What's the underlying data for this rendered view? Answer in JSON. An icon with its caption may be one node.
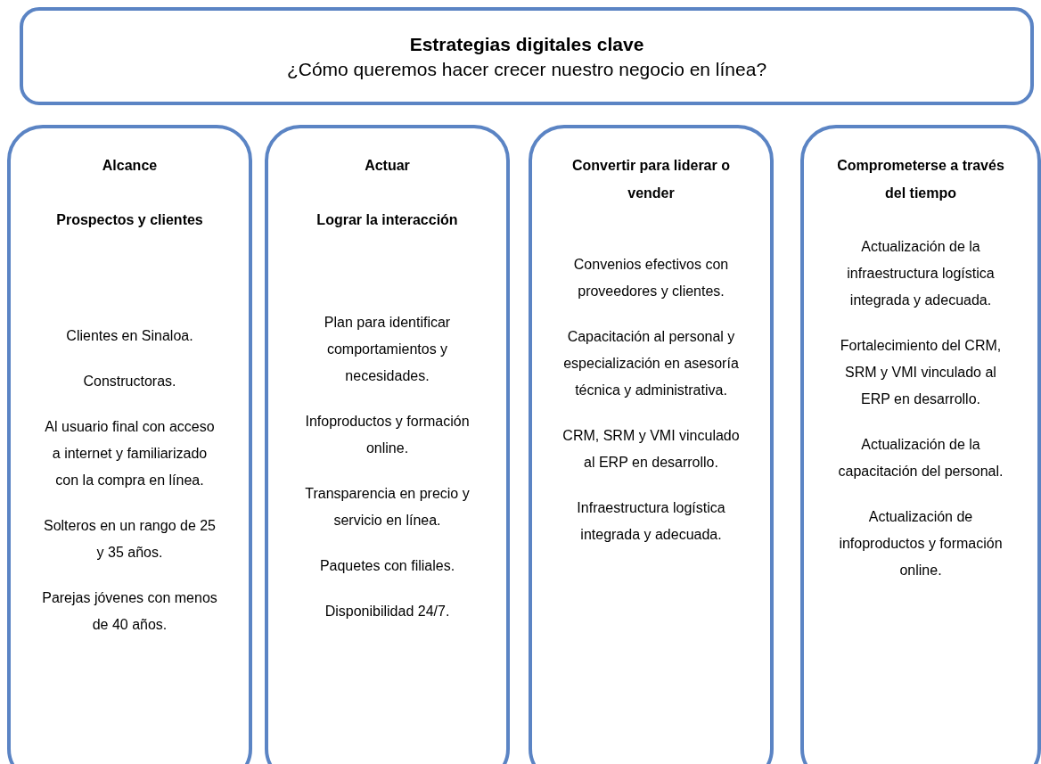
{
  "diagram": {
    "nodes": [
      {
        "text": [
          "Estrategias digitales clave",
          "¿Cómo queremos hacer crecer nuestro negocio en línea?"
        ]
      },
      {
        "text": [
          "Alcance",
          "Prospectos y clientes",
          "Clientes en Sinaloa.",
          "Constructoras.",
          "Al usuario final con acceso a internet y familiarizado con la compra en línea.",
          "Solteros en un rango de 25 y 35 años.",
          "Parejas jóvenes con menos de 40 años."
        ]
      },
      {
        "text": [
          "Actuar",
          "Lograr la interacción",
          "Plan para identificar comportamientos y necesidades.",
          "Infoproductos y formación online.",
          "Transparencia en precio y servicio en línea.",
          "Paquetes con filiales.",
          "Disponibilidad 24/7."
        ]
      },
      {
        "text": [
          "Convertir para liderar o vender",
          "Convenios efectivos con proveedores y clientes.",
          "Capacitación al personal y especialización en asesoría técnica y administrativa.",
          "CRM, SRM y VMI vinculado al ERP en desarrollo.",
          "Infraestructura logística integrada y adecuada."
        ]
      },
      {
        "text": [
          "Comprometerse a través del tiempo",
          "Actualización de la infraestructura logística integrada y adecuada.",
          "Fortalecimiento del CRM, SRM y VMI vinculado al ERP en desarrollo.",
          "Actualización de la capacitación del personal.",
          "Actualización de infoproductos y formación online."
        ]
      }
    ]
  }
}
